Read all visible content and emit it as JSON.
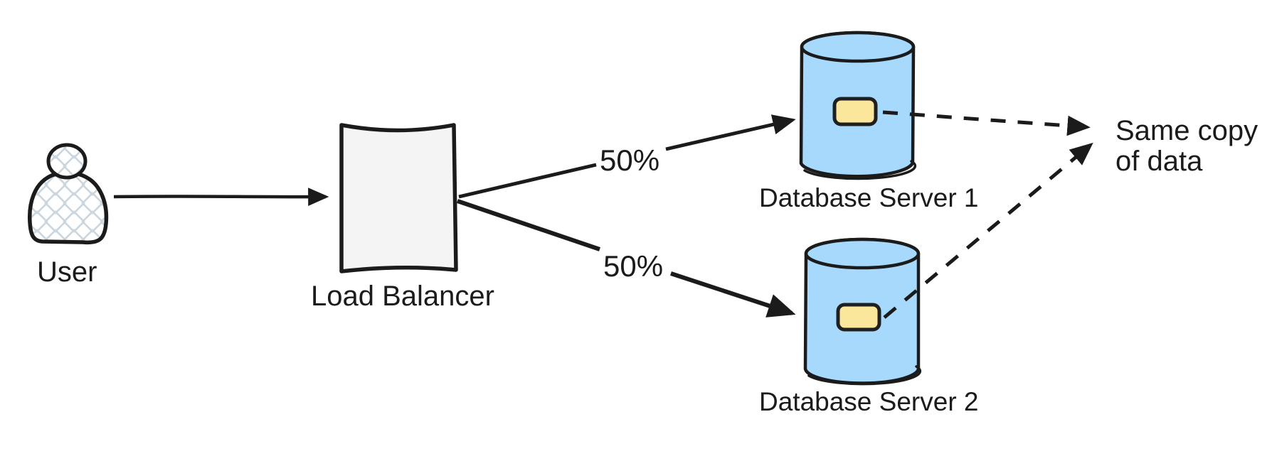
{
  "title": "Load balancing replication diagram",
  "colors": {
    "ink": "#1b1b1b",
    "cylinder_fill": "#a6d9fc",
    "token_fill": "#fbe79c",
    "box_fill": "#f4f4f5",
    "hatch": "#ccd6de",
    "background": "#ffffff"
  },
  "nodes": {
    "user": {
      "label": "User"
    },
    "load_balancer": {
      "label": "Load Balancer"
    },
    "db1": {
      "label": "Database Server 1"
    },
    "db2": {
      "label": "Database Server 2"
    }
  },
  "edges": {
    "user_to_lb": {
      "style": "solid",
      "label": ""
    },
    "lb_to_db1": {
      "style": "solid",
      "label": "50%"
    },
    "lb_to_db2": {
      "style": "solid",
      "label": "50%"
    },
    "db1_to_note": {
      "style": "dashed",
      "label": ""
    },
    "db2_to_note": {
      "style": "dashed",
      "label": ""
    }
  },
  "annotation": {
    "line1": "Same copy",
    "line2": "of data"
  }
}
